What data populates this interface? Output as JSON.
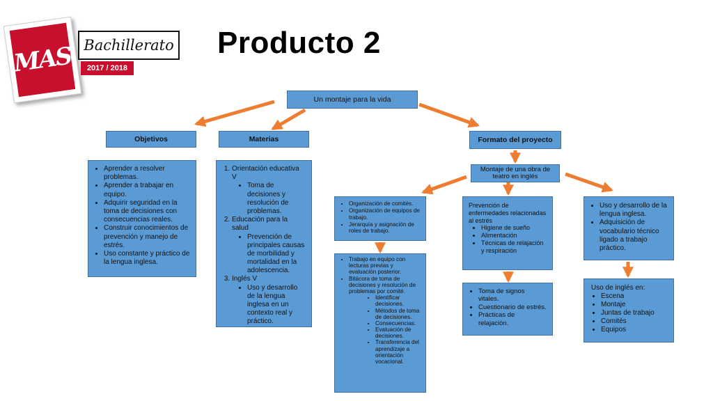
{
  "page": {
    "title": "Producto 2",
    "logo": {
      "mark": "MAS",
      "brand": "Bachillerato",
      "years": "2017 / 2018"
    }
  },
  "diagram": {
    "root": "Un montaje para la vida",
    "objetivos": {
      "title": "Objetivos",
      "items": [
        "Aprender a resolver problemas.",
        "Aprender a trabajar en equipo.",
        "Adquirir seguridad en la toma de decisiones con consecuencias reales.",
        "Construir conocimientos de prevención y manejo de estrés.",
        "Uso constante y práctico de la lengua inglesa."
      ]
    },
    "materias": {
      "title": "Materias",
      "items": [
        {
          "label": "Orientación educativa V",
          "sub": "Toma de decisiones y resolución de problemas."
        },
        {
          "label": "Educación para la salud",
          "sub": "Prevención de principales causas de morbilidad y mortalidad en la adolescencia."
        },
        {
          "label": "Inglés V",
          "sub": "Uso y desarrollo de la lengua inglesa en un contexto real y práctico."
        }
      ]
    },
    "formato": {
      "title": "Formato del proyecto",
      "montaje": "Montaje de una obra de teatro en inglés",
      "organizacion": [
        "Organización de comités.",
        "Organización de equipos de trabajo.",
        "Jerarquía y asignación de roles de trabajo."
      ],
      "trabajo": {
        "items": [
          "Trabajo en equipo con lecturas previas y evaluación posterior.",
          "Bitácora de toma de decisiones y resolución de problemas por comité."
        ],
        "sub": [
          "Identificar decisiones.",
          "Métodos de toma de decisiones.",
          "Consecuencias.",
          "Evaluación de decisiones.",
          "Transferencia del aprendizaje a orientación vocacional."
        ]
      },
      "prevencion": {
        "intro": "Prevención de enfermedades relacionadas al estrés",
        "items": [
          "Higiene de sueño",
          "Alimentación",
          "Técnicas de relajación y respiración"
        ]
      },
      "signos": [
        "Toma de signos vitales.",
        "Cuestionario de estrés.",
        "Prácticas de relajación."
      ],
      "ingles": [
        "Uso y desarrollo de la lengua inglesa.",
        "Adquisición de vocabulario técnico ligado a trabajo práctico."
      ],
      "uso": {
        "intro": "Uso de inglés en:",
        "items": [
          "Escena",
          "Montaje",
          "Juntas de trabajo",
          "Comités",
          "Equipos"
        ]
      }
    }
  },
  "colors": {
    "box": "#5b9bd5",
    "box_border": "#41719c",
    "arrow": "#ed7d31",
    "logo_red": "#c8102e"
  }
}
